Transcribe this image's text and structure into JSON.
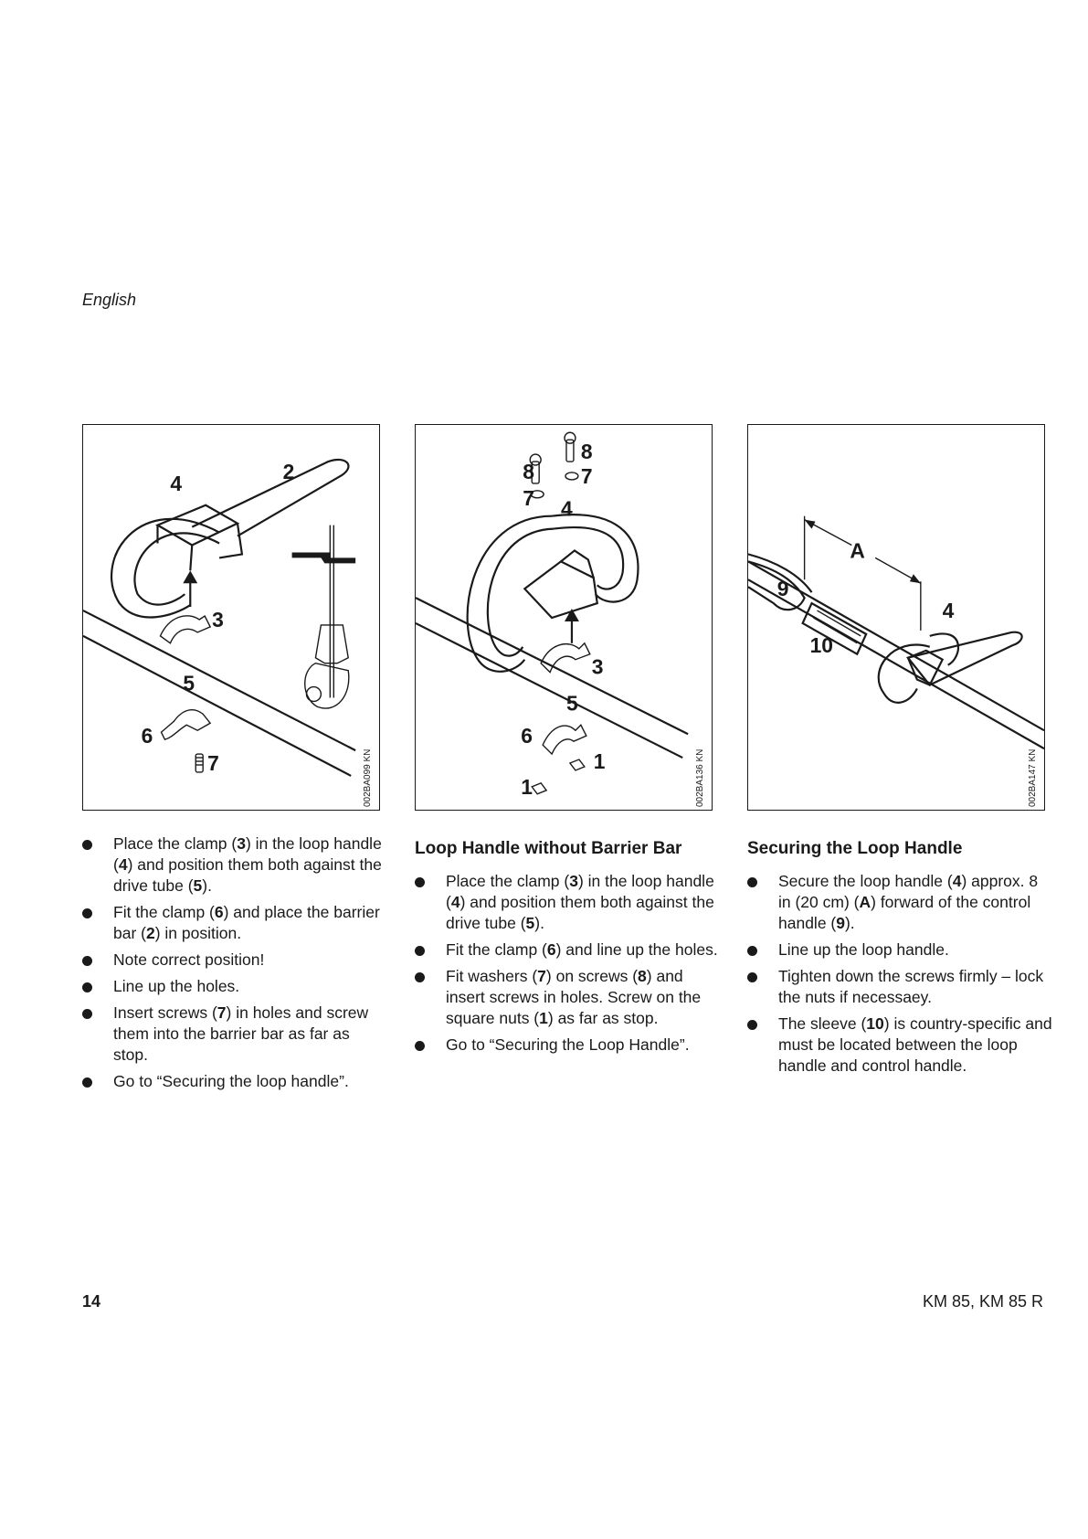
{
  "header": {
    "language": "English"
  },
  "figures": [
    {
      "code": "002BA099 KN",
      "labels": [
        "4",
        "2",
        "3",
        "5",
        "6",
        "7"
      ]
    },
    {
      "code": "002BA136 KN",
      "labels": [
        "8",
        "8",
        "7",
        "7",
        "4",
        "3",
        "5",
        "6",
        "1",
        "1"
      ]
    },
    {
      "code": "002BA147 KN",
      "labels": [
        "A",
        "9",
        "4",
        "10"
      ]
    }
  ],
  "columns": [
    {
      "heading": "",
      "items": [
        [
          "Place the clamp (",
          {
            "b": "3"
          },
          ") in the loop handle (",
          {
            "b": "4"
          },
          ") and position them both against the drive tube (",
          {
            "b": "5"
          },
          ")."
        ],
        [
          "Fit the clamp (",
          {
            "b": "6"
          },
          ") and place the barrier bar (",
          {
            "b": "2"
          },
          ") in position."
        ],
        [
          "Note correct position!"
        ],
        [
          "Line up the holes."
        ],
        [
          "Insert screws (",
          {
            "b": "7"
          },
          ") in holes and screw them into the barrier bar as far as stop."
        ],
        [
          "Go to “Securing the loop handle”."
        ]
      ]
    },
    {
      "heading": "Loop Handle without Barrier Bar",
      "items": [
        [
          "Place the clamp (",
          {
            "b": "3"
          },
          ") in the loop handle (",
          {
            "b": "4"
          },
          ") and position them both against the drive tube (",
          {
            "b": "5"
          },
          ")."
        ],
        [
          "Fit the clamp (",
          {
            "b": "6"
          },
          ") and line up the holes."
        ],
        [
          "Fit washers (",
          {
            "b": "7"
          },
          ") on screws (",
          {
            "b": "8"
          },
          ") and insert screws in holes. Screw on the square nuts (",
          {
            "b": "1"
          },
          ") as far as stop."
        ],
        [
          "Go to “Securing the Loop Handle”."
        ]
      ]
    },
    {
      "heading": "Securing the Loop Handle",
      "items": [
        [
          "Secure the loop handle (",
          {
            "b": "4"
          },
          ") approx. 8 in (20 cm) (",
          {
            "b": "A"
          },
          ") forward of the control handle (",
          {
            "b": "9"
          },
          ")."
        ],
        [
          "Line up the loop handle."
        ],
        [
          "Tighten down the screws firmly – lock the nuts if necessaey."
        ],
        [
          "The sleeve (",
          {
            "b": "10"
          },
          ") is country-specific and must be located between the loop handle and control handle."
        ]
      ]
    }
  ],
  "footer": {
    "page_number": "14",
    "model": "KM 85, KM 85 R"
  }
}
